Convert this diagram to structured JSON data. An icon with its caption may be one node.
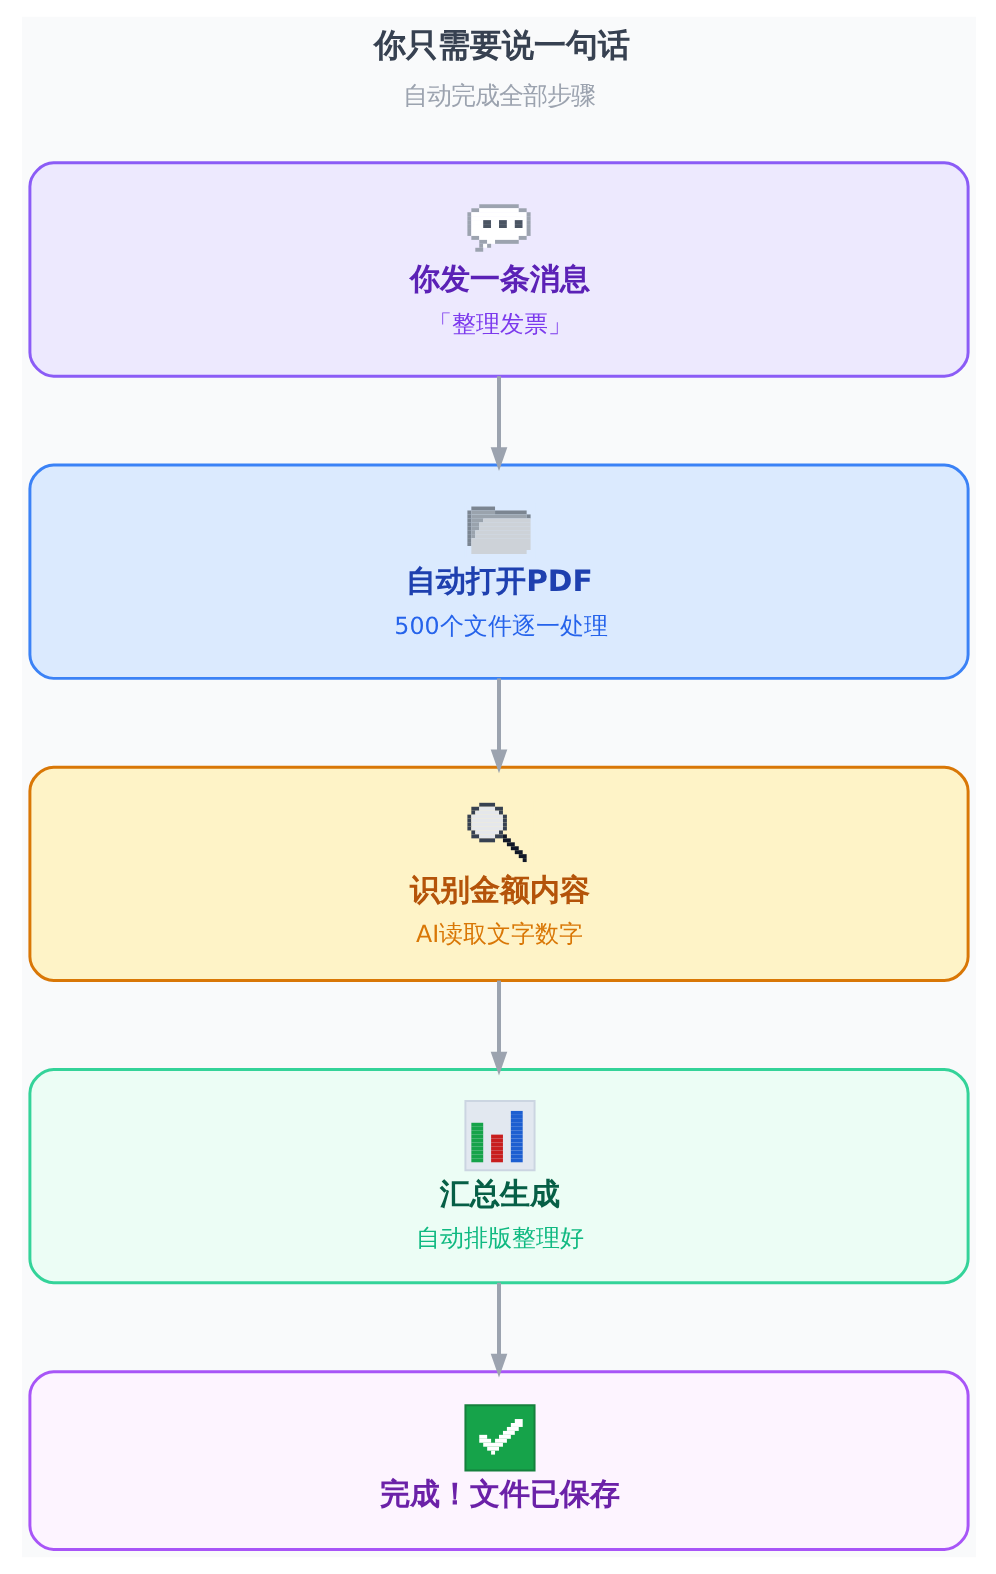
{
  "diagram": {
    "title": "你只需要说一句话",
    "nodes": [
      {
        "text": [
          "你发一条消息",
          "「整理发票」"
        ]
      },
      {
        "text": [
          "自动打开PDF",
          "500个文件逐一处理"
        ]
      },
      {
        "text": [
          "识别金额内容",
          "AI读取文字数字"
        ]
      },
      {
        "text": [
          "汇总生成",
          "自动排版整理好"
        ]
      },
      {
        "text": [
          "完成！文件已保存"
        ]
      }
    ],
    "edges": [
      {
        "from": 0,
        "to": 1,
        "arrow": "to"
      },
      {
        "from": 1,
        "to": 2,
        "arrow": "to"
      },
      {
        "from": 2,
        "to": 3,
        "arrow": "to"
      },
      {
        "from": 3,
        "to": 4,
        "arrow": "to"
      }
    ],
    "labels": [
      "自动完成全部步骤"
    ]
  }
}
